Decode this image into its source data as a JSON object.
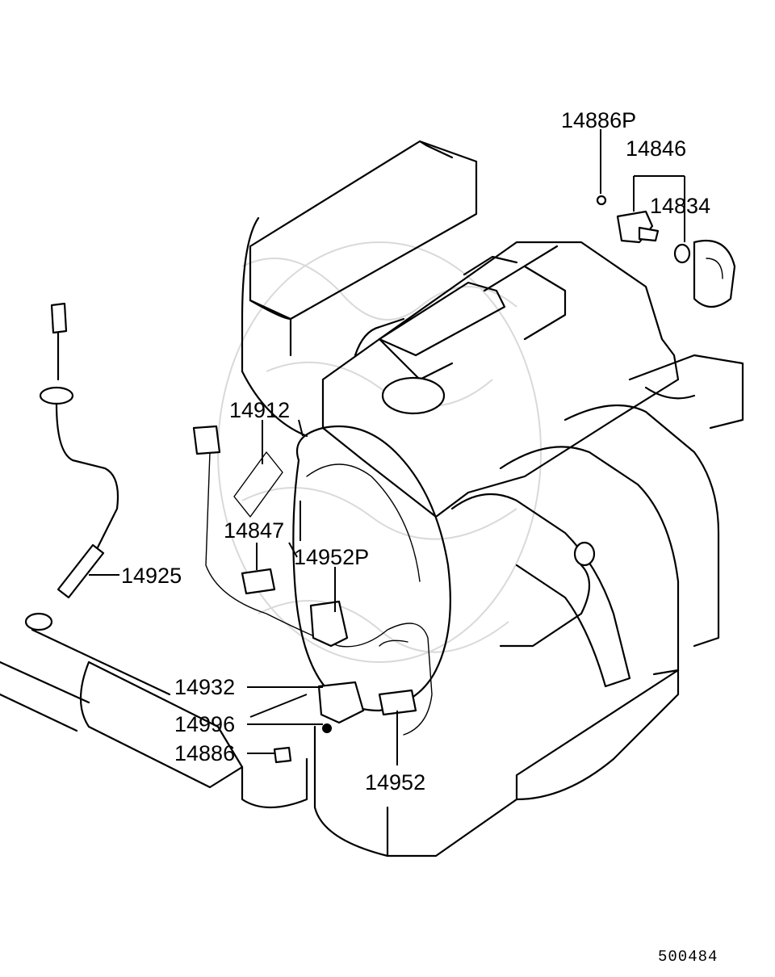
{
  "diagram": {
    "parts": [
      {
        "id": "p14886P",
        "label": "14886P"
      },
      {
        "id": "p14846",
        "label": "14846"
      },
      {
        "id": "p14834",
        "label": "14834"
      },
      {
        "id": "p14912",
        "label": "14912"
      },
      {
        "id": "p14847",
        "label": "14847"
      },
      {
        "id": "p14952P",
        "label": "14952P"
      },
      {
        "id": "p14925",
        "label": "14925"
      },
      {
        "id": "p14932",
        "label": "14932"
      },
      {
        "id": "p14996",
        "label": "14996"
      },
      {
        "id": "p14886",
        "label": "14886"
      },
      {
        "id": "p14952",
        "label": "14952"
      }
    ],
    "code": "500484"
  }
}
